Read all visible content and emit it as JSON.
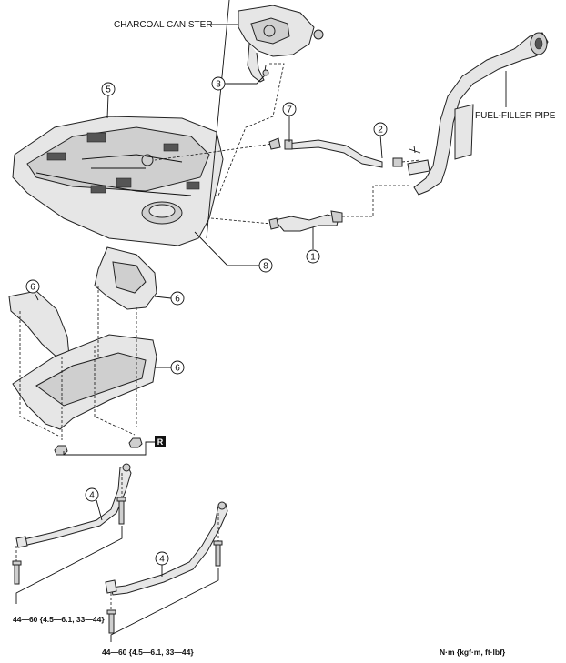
{
  "labels": {
    "charcoal_canister": "CHARCOAL CANISTER",
    "fuel_filler_pipe": "FUEL-FILLER PIPE",
    "torque_1": "44—60 {4.5—6.1, 33—44}",
    "torque_2": "44—60 {4.5—6.1, 33—44}",
    "unit_note": "N·m {kgf·m, ft·lbf}",
    "replace_mark": "R"
  },
  "callouts": {
    "c1": "1",
    "c2": "2",
    "c3": "3",
    "c4a": "4",
    "c4b": "4",
    "c5": "5",
    "c6a": "6",
    "c6b": "6",
    "c6c": "6",
    "c7": "7",
    "c8": "8"
  }
}
